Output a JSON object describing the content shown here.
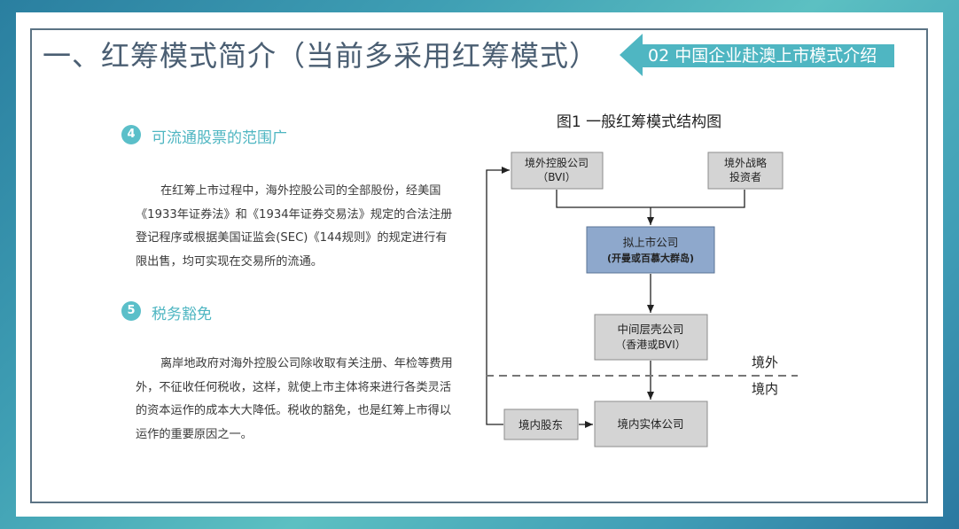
{
  "page_title": "一、红筹模式简介（当前多采用红筹模式）",
  "section_tag": "02 中国企业赴澳上市模式介绍",
  "items": [
    {
      "number": "4",
      "heading": "可流通股票的范围广",
      "text": "在红筹上市过程中，海外控股公司的全部股份，经美国《1933年证券法》和《1934年证券交易法》规定的合法注册登记程序或根据美国证监会(SEC)《144规则》的规定进行有限出售，均可实现在交易所的流通。"
    },
    {
      "number": "5",
      "heading": "税务豁免",
      "text": "离岸地政府对海外控股公司除收取有关注册、年检等费用外，不征收任何税收，这样，就使上市主体将来进行各类灵活的资本运作的成本大大降低。税收的豁免，也是红筹上市得以运作的重要原因之一。"
    }
  ],
  "diagram": {
    "title": "图1 一般红筹模式结构图",
    "nodes": {
      "offshore_holding": {
        "line1": "境外控股公司",
        "line2": "（BVI）"
      },
      "strategic_investor": {
        "line1": "境外战略",
        "line2": "投资者"
      },
      "listing_company": {
        "line1": "拟上市公司",
        "line2": "(开曼或百慕大群岛)"
      },
      "intermediate_shell": {
        "line1": "中间层壳公司",
        "line2": "（香港或BVI）"
      },
      "domestic_shareholder": {
        "line1": "境内股东"
      },
      "domestic_entity": {
        "line1": "境内实体公司"
      }
    },
    "region_offshore": "境外",
    "region_domestic": "境内"
  },
  "colors": {
    "accent": "#4fb6c2",
    "title": "#4a5e72",
    "box_gray": "#d4d4d4",
    "box_blue": "#8ea8cc"
  }
}
